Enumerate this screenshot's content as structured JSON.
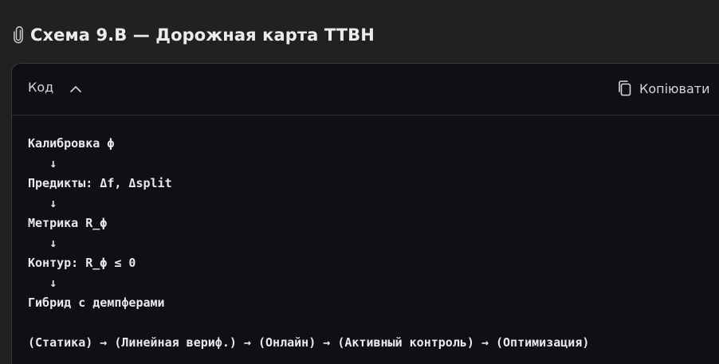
{
  "heading": {
    "icon": "paperclip-icon",
    "title": "Схема 9.B — Дорожная карта TTBH"
  },
  "code_block": {
    "language_label": "Код",
    "collapse_icon": "chevron-up-icon",
    "copy_icon": "copy-icon",
    "copy_label": "Копіювати",
    "lines": [
      "Калибровка ϕ",
      "   ↓",
      "Предикты: Δf, Δsplit",
      "   ↓",
      "Метрика R_ϕ",
      "   ↓",
      "Контур: R_ϕ ≤ 0",
      "   ↓",
      "Гибрид с демпферами",
      "",
      "(Статика) → (Линейная вериф.) → (Онлайн) → (Активный контроль) → (Оптимизация)"
    ]
  },
  "colors": {
    "page_background": "#212121",
    "code_background": "#0e1016",
    "text_primary": "#ececec",
    "code_text": "#eaeaea",
    "border": "#353840"
  }
}
